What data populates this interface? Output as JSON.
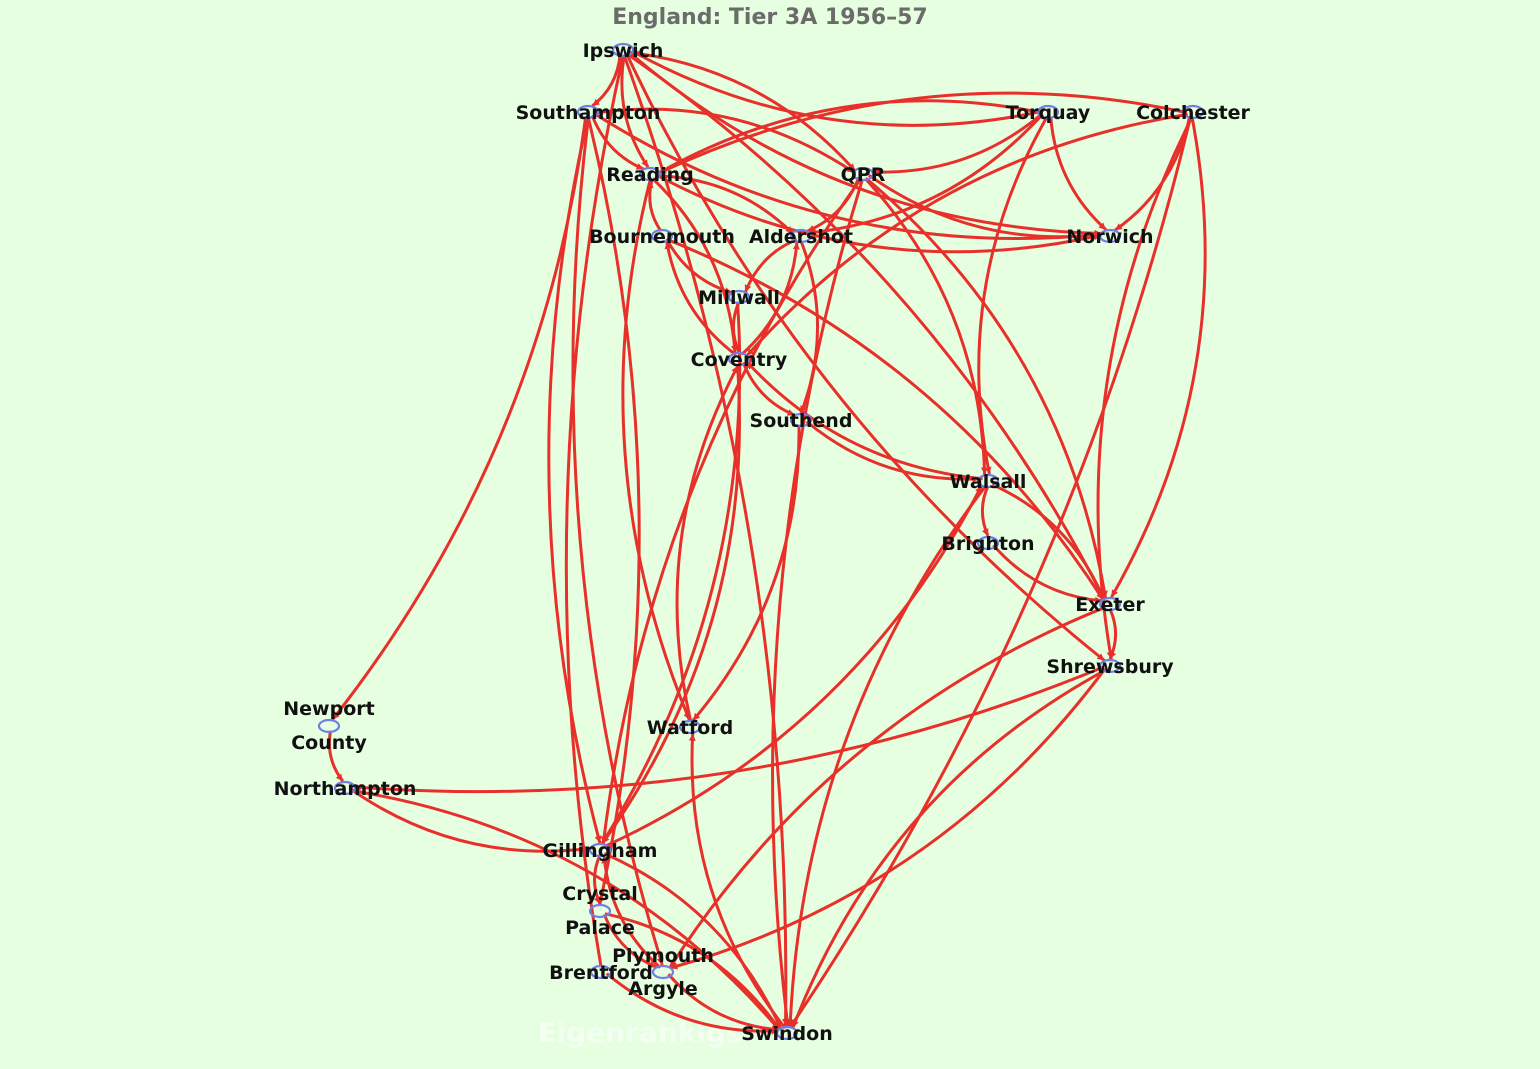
{
  "title": "England: Tier 3A 1956–57",
  "watermark": "Eigenrankigs",
  "colors": {
    "background": "#e6ffe0",
    "edge": "#e8302b",
    "node": "#6e7fe6",
    "label": "#111111",
    "title": "#6b6b6b"
  },
  "nodes": [
    {
      "id": "ipswich",
      "label": "Ipswich"
    },
    {
      "id": "southampton",
      "label": "Southampton"
    },
    {
      "id": "torquay",
      "label": "Torquay"
    },
    {
      "id": "colchester",
      "label": "Colchester"
    },
    {
      "id": "reading",
      "label": "Reading"
    },
    {
      "id": "qpr",
      "label": "QPR"
    },
    {
      "id": "bournemouth",
      "label": "Bournemouth"
    },
    {
      "id": "aldershot",
      "label": "Aldershot"
    },
    {
      "id": "norwich",
      "label": "Norwich"
    },
    {
      "id": "millwall",
      "label": "Millwall"
    },
    {
      "id": "coventry",
      "label": "Coventry"
    },
    {
      "id": "southend",
      "label": "Southend"
    },
    {
      "id": "walsall",
      "label": "Walsall"
    },
    {
      "id": "brighton",
      "label": "Brighton"
    },
    {
      "id": "exeter",
      "label": "Exeter"
    },
    {
      "id": "shrewsbury",
      "label": "Shrewsbury"
    },
    {
      "id": "newport",
      "label": "Newport County"
    },
    {
      "id": "watford",
      "label": "Watford"
    },
    {
      "id": "northampton",
      "label": "Northampton"
    },
    {
      "id": "gillingham",
      "label": "Gillingham"
    },
    {
      "id": "crystal",
      "label": "Crystal Palace"
    },
    {
      "id": "plymouth",
      "label": "Plymouth Argyle"
    },
    {
      "id": "brentford",
      "label": "Brentford"
    },
    {
      "id": "swindon",
      "label": "Swindon"
    }
  ],
  "edges": [
    [
      "ipswich",
      "southampton"
    ],
    [
      "ipswich",
      "reading"
    ],
    [
      "ipswich",
      "qpr"
    ],
    [
      "ipswich",
      "norwich"
    ],
    [
      "ipswich",
      "exeter"
    ],
    [
      "ipswich",
      "shrewsbury"
    ],
    [
      "ipswich",
      "swindon"
    ],
    [
      "southampton",
      "reading"
    ],
    [
      "southampton",
      "qpr"
    ],
    [
      "southampton",
      "norwich"
    ],
    [
      "southampton",
      "newport"
    ],
    [
      "southampton",
      "gillingham"
    ],
    [
      "southampton",
      "crystal"
    ],
    [
      "southampton",
      "plymouth"
    ],
    [
      "torquay",
      "qpr"
    ],
    [
      "torquay",
      "norwich"
    ],
    [
      "torquay",
      "aldershot"
    ],
    [
      "torquay",
      "walsall"
    ],
    [
      "torquay",
      "ipswich"
    ],
    [
      "torquay",
      "reading"
    ],
    [
      "colchester",
      "norwich"
    ],
    [
      "colchester",
      "coventry"
    ],
    [
      "colchester",
      "exeter"
    ],
    [
      "colchester",
      "shrewsbury"
    ],
    [
      "colchester",
      "swindon"
    ],
    [
      "colchester",
      "reading"
    ],
    [
      "reading",
      "aldershot"
    ],
    [
      "reading",
      "norwich"
    ],
    [
      "reading",
      "coventry"
    ],
    [
      "reading",
      "watford"
    ],
    [
      "qpr",
      "aldershot"
    ],
    [
      "qpr",
      "norwich"
    ],
    [
      "qpr",
      "walsall"
    ],
    [
      "qpr",
      "swindon"
    ],
    [
      "qpr",
      "exeter"
    ],
    [
      "qpr",
      "gillingham"
    ],
    [
      "bournemouth",
      "reading"
    ],
    [
      "bournemouth",
      "millwall"
    ],
    [
      "bournemouth",
      "exeter"
    ],
    [
      "aldershot",
      "millwall"
    ],
    [
      "aldershot",
      "southend"
    ],
    [
      "millwall",
      "coventry"
    ],
    [
      "millwall",
      "gillingham"
    ],
    [
      "coventry",
      "southend"
    ],
    [
      "coventry",
      "bournemouth"
    ],
    [
      "coventry",
      "aldershot"
    ],
    [
      "coventry",
      "gillingham"
    ],
    [
      "southend",
      "walsall"
    ],
    [
      "southend",
      "watford"
    ],
    [
      "walsall",
      "brighton"
    ],
    [
      "walsall",
      "exeter"
    ],
    [
      "walsall",
      "swindon"
    ],
    [
      "walsall",
      "coventry"
    ],
    [
      "brighton",
      "exeter"
    ],
    [
      "exeter",
      "shrewsbury"
    ],
    [
      "exeter",
      "plymouth"
    ],
    [
      "shrewsbury",
      "northampton"
    ],
    [
      "shrewsbury",
      "swindon"
    ],
    [
      "shrewsbury",
      "plymouth"
    ],
    [
      "newport",
      "northampton"
    ],
    [
      "watford",
      "coventry"
    ],
    [
      "northampton",
      "gillingham"
    ],
    [
      "northampton",
      "swindon"
    ],
    [
      "gillingham",
      "crystal"
    ],
    [
      "gillingham",
      "swindon"
    ],
    [
      "gillingham",
      "walsall"
    ],
    [
      "crystal",
      "swindon"
    ],
    [
      "crystal",
      "plymouth"
    ],
    [
      "plymouth",
      "gillingham"
    ],
    [
      "plymouth",
      "swindon"
    ],
    [
      "brentford",
      "ipswich"
    ],
    [
      "brentford",
      "swindon"
    ],
    [
      "swindon",
      "watford"
    ]
  ]
}
